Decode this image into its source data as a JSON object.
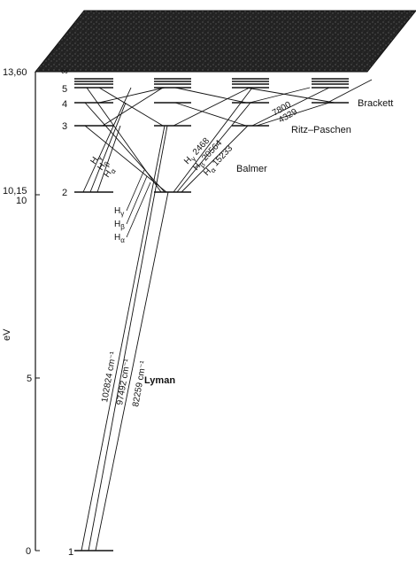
{
  "diagram": {
    "axis_label": "eV",
    "axis_ticks": [
      "0",
      "5",
      "10",
      "10,15",
      "13,60"
    ],
    "infinity_label": "∞",
    "levels": [
      "1",
      "2",
      "3",
      "4",
      "5"
    ],
    "series": {
      "lyman": {
        "name": "Lyman",
        "lines": [
          "102824 cm⁻¹",
          "97492 cm⁻¹",
          "82259 cm⁻¹"
        ]
      },
      "balmer": {
        "name": "Balmer",
        "lines_left": [
          "H",
          "H",
          "H"
        ],
        "lines_left_sub": [
          "γ",
          "β",
          "α"
        ],
        "lines_mid": [
          "H",
          "H",
          "H"
        ],
        "lines_mid_sub": [
          "γ",
          "β",
          "α"
        ],
        "lines_right": [
          "H",
          "H",
          "H"
        ],
        "lines_right_sub": [
          "γ",
          "β",
          "α"
        ],
        "lines_right_values": [
          "2468",
          "20564",
          "15233"
        ]
      },
      "paschen": {
        "name": "Ritz–Paschen",
        "lines": [
          "7800",
          "4329"
        ]
      },
      "brackett": {
        "name": "Brackett"
      }
    }
  },
  "colors": {
    "ink": "#111111",
    "ionization_band_dark": "#1a1a1a",
    "ionization_band_mid": "#3c3c3c",
    "background": "#ffffff"
  }
}
